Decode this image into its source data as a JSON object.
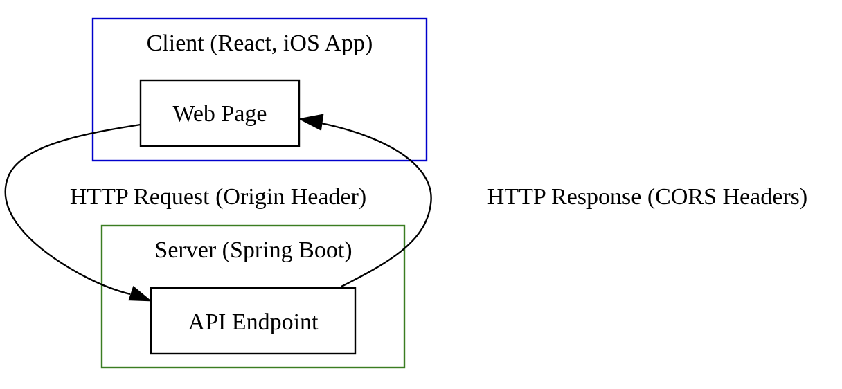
{
  "clusters": {
    "client": {
      "label": "Client (React, iOS App)",
      "border_color": "#0000cc"
    },
    "server": {
      "label": "Server (Spring Boot)",
      "border_color": "#3a7d22"
    }
  },
  "nodes": {
    "web_page": {
      "label": "Web Page"
    },
    "api_endpoint": {
      "label": "API Endpoint"
    }
  },
  "edges": {
    "request": {
      "label": "HTTP Request (Origin Header)"
    },
    "response": {
      "label": "HTTP Response (CORS Headers)"
    }
  }
}
